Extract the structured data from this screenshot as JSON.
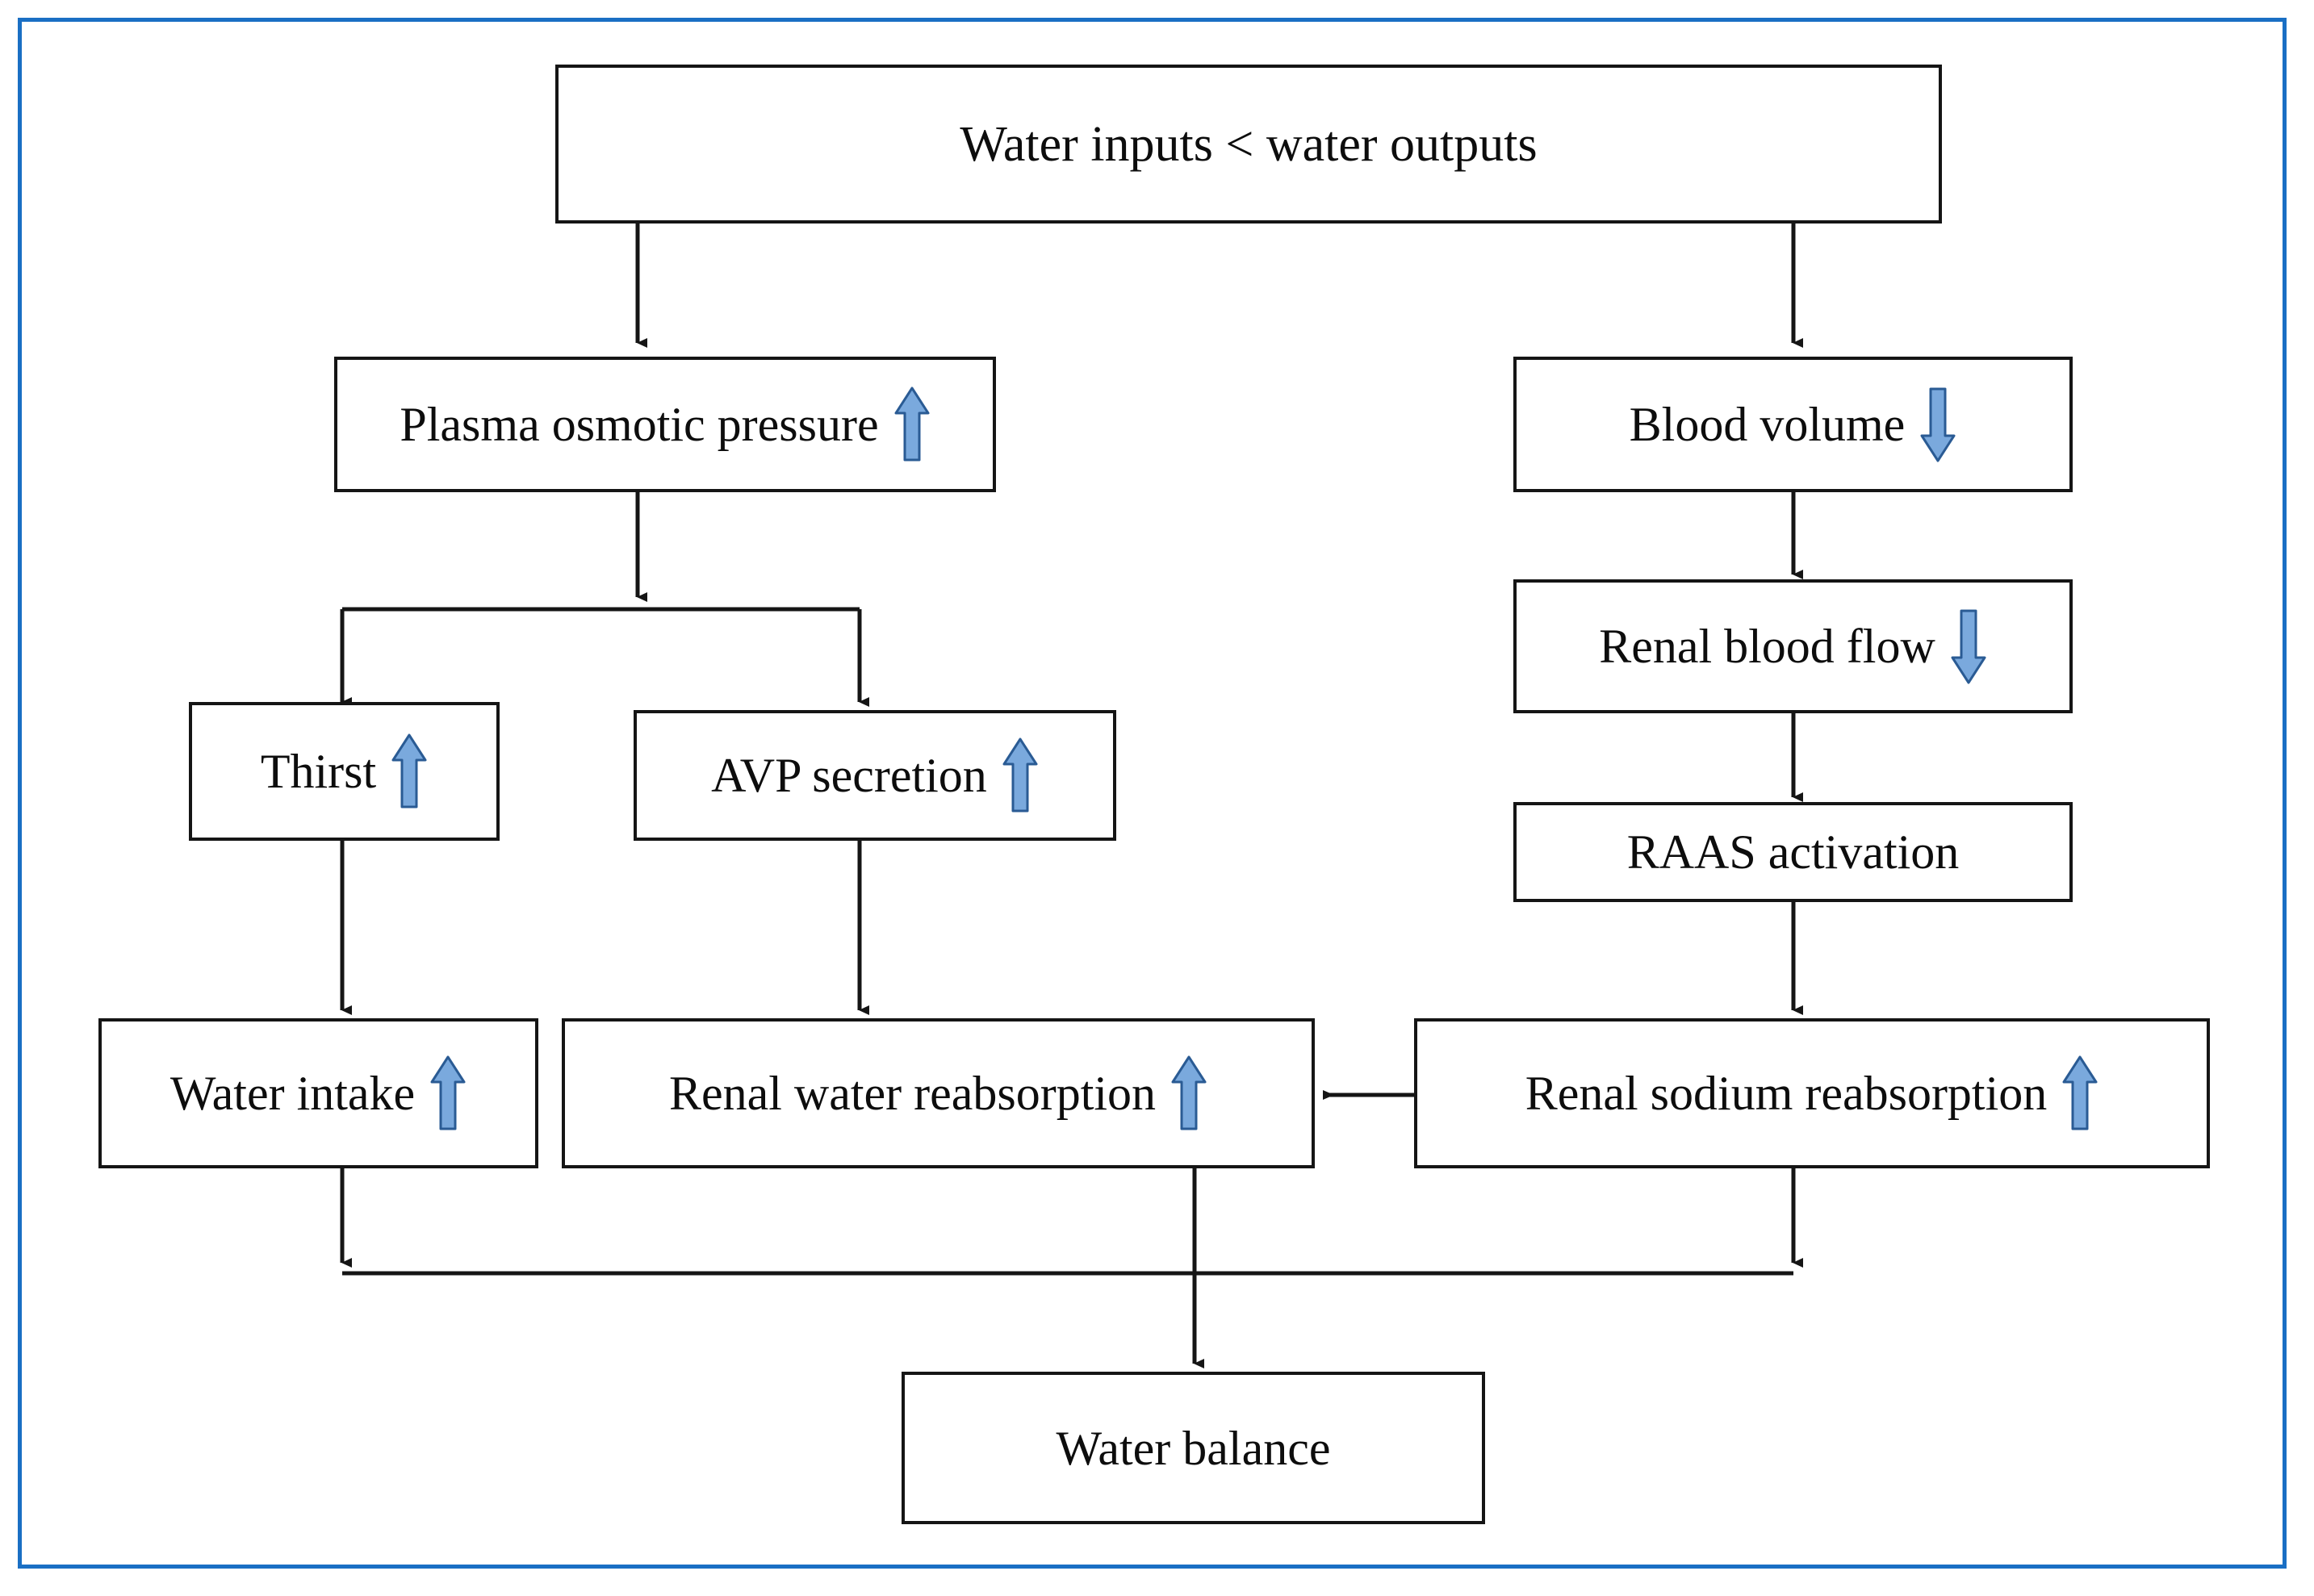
{
  "figure": {
    "type": "flowchart",
    "title": "Water balance regulation flowchart",
    "frame_color": "#1a6fc4",
    "box_border_color": "#151515",
    "arrow_up_color": "#7aa9dd",
    "arrow_up_stroke": "#2a5b94",
    "arrow_down_color": "#7aa9dd",
    "arrow_down_stroke": "#2a5b94",
    "connector_color": "#151515",
    "background": "#ffffff"
  },
  "nodes": {
    "water_inputs": {
      "id": "water-inputs-outputs",
      "label": "Water inputs < water outputs",
      "trend": "none"
    },
    "plasma_osmotic": {
      "id": "plasma-osmotic-pressure",
      "label": "Plasma osmotic pressure",
      "trend": "up"
    },
    "blood_volume": {
      "id": "blood-volume",
      "label": "Blood volume",
      "trend": "down"
    },
    "thirst": {
      "id": "thirst",
      "label": "Thirst",
      "trend": "up"
    },
    "avp_secretion": {
      "id": "avp-secretion",
      "label": "AVP secretion",
      "trend": "up"
    },
    "renal_blood_flow": {
      "id": "renal-blood-flow",
      "label": "Renal blood flow",
      "trend": "down"
    },
    "raas_activation": {
      "id": "raas-activation",
      "label": "RAAS activation",
      "trend": "none"
    },
    "water_intake": {
      "id": "water-intake",
      "label": "Water intake",
      "trend": "up"
    },
    "renal_water_reabsorption": {
      "id": "renal-water-reabsorption",
      "label": "Renal water reabsorption",
      "trend": "up"
    },
    "renal_sodium_reabsorption": {
      "id": "renal-sodium-reabsorption",
      "label": "Renal sodium reabsorption",
      "trend": "up"
    },
    "water_balance": {
      "id": "water-balance",
      "label": "Water balance",
      "trend": "none"
    }
  },
  "edges": [
    {
      "from": "water_inputs",
      "to": "plasma_osmotic",
      "style": "elbow-down",
      "arrowhead": "down"
    },
    {
      "from": "water_inputs",
      "to": "blood_volume",
      "style": "elbow-down",
      "arrowhead": "down"
    },
    {
      "from": "plasma_osmotic",
      "to": "thirst",
      "style": "split-bus",
      "arrowhead": "down"
    },
    {
      "from": "plasma_osmotic",
      "to": "avp_secretion",
      "style": "split-bus",
      "arrowhead": "down"
    },
    {
      "from": "thirst",
      "to": "water_intake",
      "style": "straight-down",
      "arrowhead": "down"
    },
    {
      "from": "avp_secretion",
      "to": "renal_water_reabsorption",
      "style": "straight-down",
      "arrowhead": "down"
    },
    {
      "from": "blood_volume",
      "to": "renal_blood_flow",
      "style": "straight-down",
      "arrowhead": "down"
    },
    {
      "from": "renal_blood_flow",
      "to": "raas_activation",
      "style": "straight-down",
      "arrowhead": "down"
    },
    {
      "from": "raas_activation",
      "to": "renal_sodium_reabsorption",
      "style": "straight-down",
      "arrowhead": "down"
    },
    {
      "from": "renal_sodium_reabsorption",
      "to": "renal_water_reabsorption",
      "style": "straight-left",
      "arrowhead": "left"
    },
    {
      "from": "water_intake",
      "to": "merge_bus",
      "style": "straight-down",
      "arrowhead": "down"
    },
    {
      "from": "renal_sodium_reabsorption",
      "to": "merge_bus",
      "style": "straight-down",
      "arrowhead": "down"
    },
    {
      "from": "renal_water_reabsorption",
      "to": "water_balance",
      "style": "straight-down",
      "arrowhead": "down"
    }
  ]
}
